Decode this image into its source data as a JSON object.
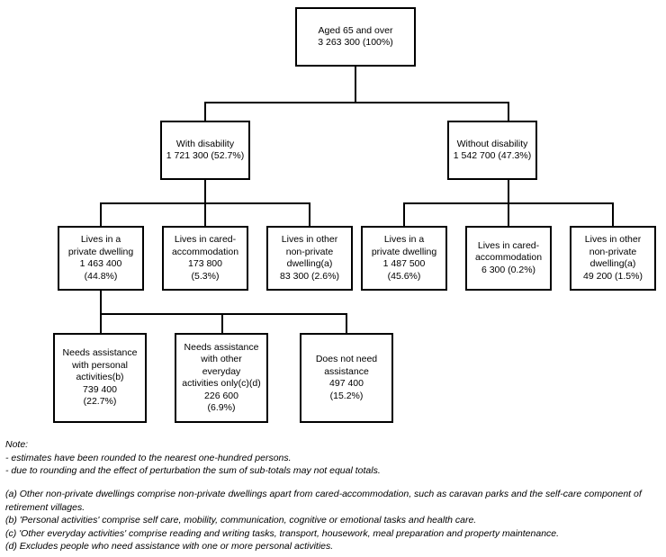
{
  "chart_data": {
    "type": "diagram",
    "title": "Aged 65 and over — disability and living arrangements flowchart",
    "nodes": [
      {
        "id": "total",
        "label": "Aged 65 and over",
        "value": "3 263 300 (100%)",
        "percent": 100
      },
      {
        "id": "with_disability",
        "label": "With disability",
        "value": "1 721 300 (52.7%)",
        "percent": 52.7
      },
      {
        "id": "without_disability",
        "label": "Without disability",
        "value": "1 542 700 (47.3%)",
        "percent": 47.3
      },
      {
        "id": "wd_private",
        "label": "Lives in a\nprivate dwelling",
        "value": "1 463 400",
        "percent_text": "(44.8%)",
        "percent": 44.8
      },
      {
        "id": "wd_cared",
        "label": "Lives in cared-\naccommodation",
        "value": "173 800",
        "percent_text": "(5.3%)",
        "percent": 5.3
      },
      {
        "id": "wd_other",
        "label": "Lives in other\nnon-private\ndwelling(a)",
        "value": "83 300 (2.6%)",
        "percent": 2.6
      },
      {
        "id": "wod_private",
        "label": "Lives in a\nprivate dwelling",
        "value": "1 487 500",
        "percent_text": "(45.6%)",
        "percent": 45.6
      },
      {
        "id": "wod_cared",
        "label": "Lives in cared-\naccommodation",
        "value": "6 300 (0.2%)",
        "percent": 0.2
      },
      {
        "id": "wod_other",
        "label": "Lives in other\nnon-private\ndwelling(a)",
        "value": "49 200 (1.5%)",
        "percent": 1.5
      },
      {
        "id": "needs_personal",
        "label": "Needs assistance\nwith personal\nactivities(b)",
        "value": "739 400",
        "percent_text": "(22.7%)",
        "percent": 22.7
      },
      {
        "id": "needs_other",
        "label": "Needs assistance\nwith other\neveryday\nactivities only(c)(d)",
        "value": "226 600",
        "percent_text": "(6.9%)",
        "percent": 6.9
      },
      {
        "id": "no_need",
        "label": "Does not need\nassistance",
        "value": "497 400",
        "percent_text": "(15.2%)",
        "percent": 15.2
      }
    ]
  },
  "boxes": {
    "total": {
      "l1": "Aged 65 and over",
      "l2": "3 263 300 (100%)"
    },
    "with_disability": {
      "l1": "With disability",
      "l2": "1 721 300 (52.7%)"
    },
    "without_disability": {
      "l1": "Without disability",
      "l2": "1 542 700 (47.3%)"
    },
    "wd_private": {
      "l1": "Lives in a",
      "l2": "private dwelling",
      "l3": "1 463 400",
      "l4": "(44.8%)"
    },
    "wd_cared": {
      "l1": "Lives in cared-",
      "l2": "accommodation",
      "l3": "173 800",
      "l4": "(5.3%)"
    },
    "wd_other": {
      "l1": "Lives in other",
      "l2": "non-private",
      "l3": "dwelling(a)",
      "l4": "83 300 (2.6%)"
    },
    "wod_private": {
      "l1": "Lives in a",
      "l2": "private dwelling",
      "l3": "1 487 500",
      "l4": "(45.6%)"
    },
    "wod_cared": {
      "l1": "Lives in cared-",
      "l2": "accommodation",
      "l3": "6 300 (0.2%)"
    },
    "wod_other": {
      "l1": "Lives in other",
      "l2": "non-private",
      "l3": "dwelling(a)",
      "l4": "49 200 (1.5%)"
    },
    "needs_personal": {
      "l1": "Needs assistance",
      "l2": "with personal",
      "l3": "activities(b)",
      "l4": "739 400",
      "l5": "(22.7%)"
    },
    "needs_other": {
      "l1": "Needs assistance",
      "l2": "with other",
      "l3": "everyday",
      "l4": "activities only(c)(d)",
      "l5": "226 600",
      "l6": "(6.9%)"
    },
    "no_need": {
      "l1": "Does not need",
      "l2": "assistance",
      "l3": "497 400",
      "l4": "(15.2%)"
    }
  },
  "notes": {
    "heading": "Note:",
    "items": [
      "- estimates have been rounded to the nearest one-hundred persons.",
      "- due to rounding and the effect of perturbation the sum of sub-totals may not equal totals."
    ]
  },
  "footnotes": [
    "(a) Other non-private dwellings comprise non-private dwellings apart from cared-accommodation, such as caravan parks and the self-care component of retirement villages.",
    "(b) 'Personal activities' comprise self care, mobility, communication, cognitive or emotional tasks and health care.",
    "(c) 'Other everyday activities' comprise reading and writing tasks, transport, housework, meal preparation and property maintenance.",
    "(d) Excludes people who need assistance with one or more personal activities."
  ]
}
